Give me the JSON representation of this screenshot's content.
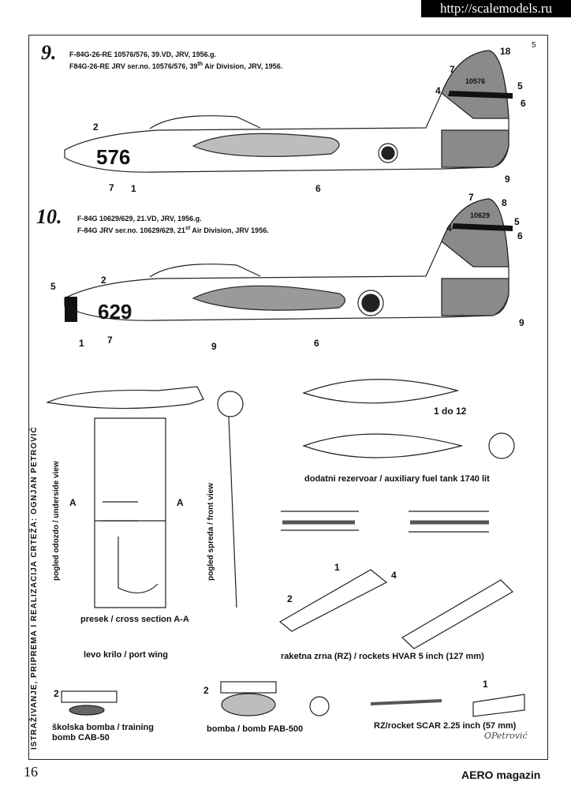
{
  "watermark": "http://scalemodels.ru",
  "page_corner_number": "5",
  "aircraft": [
    {
      "index": "9.",
      "line1": "F-84G-26-RE 10576/576, 39.VD, JRV, 1956.g.",
      "line2": "F84G-26-RE JRV ser.no. 10576/576, 39",
      "line2_sup": "th",
      "line2_end": " Air Division, JRV, 1956.",
      "nose_number": "576",
      "tail_serial": "10576"
    },
    {
      "index": "10.",
      "line1": "F-84G 10629/629, 21.VD, JRV, 1956.g.",
      "line2": "F-84G JRV ser.no. 10629/629, 21",
      "line2_sup": "st",
      "line2_end": " Air Division, JRV 1956.",
      "nose_number": "629",
      "tail_serial": "10629"
    }
  ],
  "callouts1": [
    "18",
    "7",
    "4",
    "5",
    "6",
    "2",
    "7",
    "1",
    "6",
    "9"
  ],
  "callouts2": [
    "7",
    "8",
    "5",
    "4",
    "6",
    "5",
    "2",
    "1",
    "7",
    "9",
    "6",
    "9"
  ],
  "tank": {
    "callout": "1 do 12",
    "caption": "dodatni rezervoar / auxiliary fuel tank 1740 lit"
  },
  "wing": {
    "underside": "pogled odozdo / underside view",
    "front": "pogled spreda / front view",
    "section_marker": "A",
    "section_caption": "presek / cross section A-A",
    "caption": "levo krilo / port wing"
  },
  "hvar": {
    "caption": "raketna zrna (RZ) / rockets HVAR 5 inch (127 mm)",
    "callouts": [
      "1",
      "4",
      "2"
    ]
  },
  "cab50": {
    "line1": "školska bomba  /  training",
    "line2": "bomb CAB-50",
    "callout": "2"
  },
  "fab500": {
    "caption": "bomba / bomb FAB-500",
    "callout": "2"
  },
  "scar": {
    "caption": "RZ/rocket SCAR 2.25 inch (57 mm)",
    "callout": "1"
  },
  "credit": "ISTRAŽIVANJE, PRIPREMA I REALIZACIJA CRTEŽA: OGNJAN PETROVIĆ",
  "signature": "OPetrović",
  "footer": {
    "page": "16",
    "magazine": "AERO magazin"
  }
}
